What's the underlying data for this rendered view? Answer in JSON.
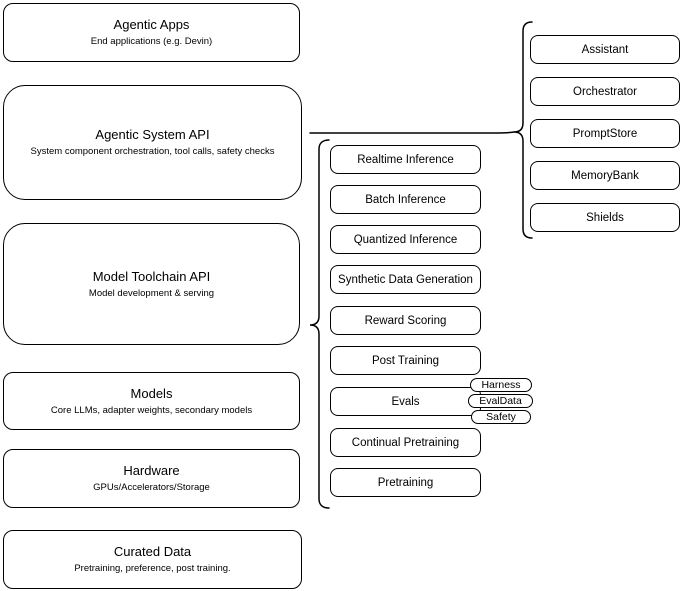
{
  "colors": {
    "background": "#ffffff",
    "stroke": "#000000",
    "text": "#000000",
    "box_fill": "#ffffff"
  },
  "stack": [
    {
      "title": "Agentic Apps",
      "subtitle": "End applications (e.g. Devin)"
    },
    {
      "title": "Agentic System API",
      "subtitle": "System component orchestration, tool calls, safety checks"
    },
    {
      "title": "Model Toolchain API",
      "subtitle": "Model development & serving"
    },
    {
      "title": "Models",
      "subtitle": "Core LLMs, adapter weights, secondary models"
    },
    {
      "title": "Hardware",
      "subtitle": "GPUs/Accelerators/Storage"
    },
    {
      "title": "Curated Data",
      "subtitle": "Pretraining, preference, post training."
    }
  ],
  "toolchain": [
    "Realtime Inference",
    "Batch Inference",
    "Quantized Inference",
    "Synthetic Data Generation",
    "Reward Scoring",
    "Post Training",
    "Evals",
    "Continual Pretraining",
    "Pretraining"
  ],
  "eval_tags": [
    "Harness",
    "EvalData",
    "Safety"
  ],
  "system_components": [
    "Assistant",
    "Orchestrator",
    "PromptStore",
    "MemoryBank",
    "Shields"
  ]
}
